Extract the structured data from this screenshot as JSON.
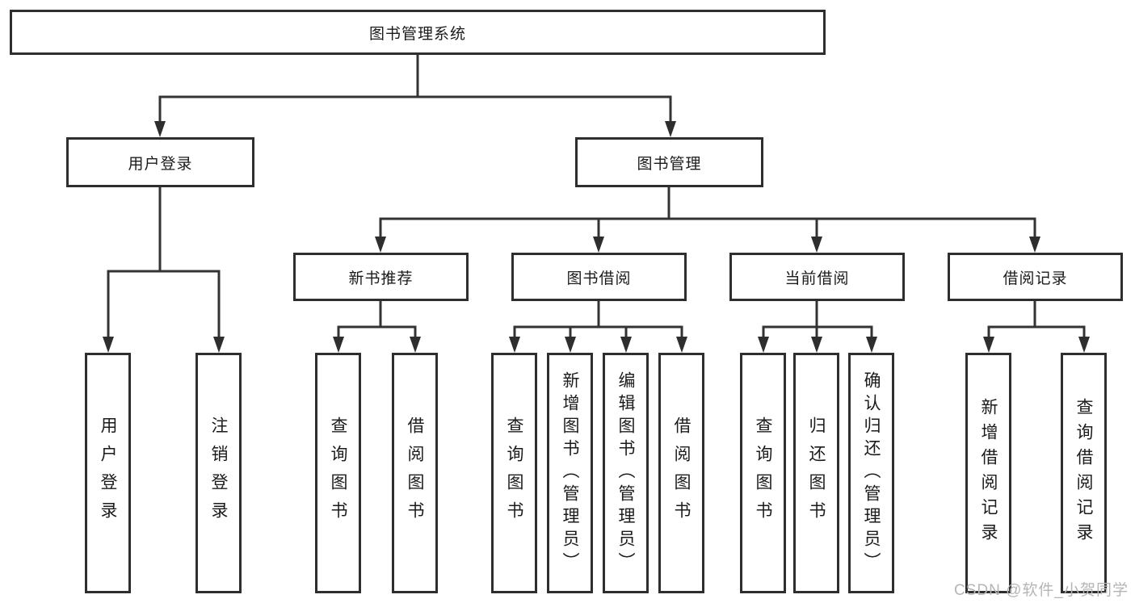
{
  "diagram": {
    "root": {
      "label": "图书管理系统"
    },
    "branches": [
      {
        "label": "用户登录",
        "children": [
          {
            "label": "用户登录"
          },
          {
            "label": "注销登录"
          }
        ]
      },
      {
        "label": "图书管理",
        "children": [
          {
            "label": "新书推荐",
            "children": [
              {
                "label": "查询图书"
              },
              {
                "label": "借阅图书"
              }
            ]
          },
          {
            "label": "图书借阅",
            "children": [
              {
                "label": "查询图书"
              },
              {
                "label": "新增图书（管理员）"
              },
              {
                "label": "编辑图书（管理员）"
              },
              {
                "label": "借阅图书"
              }
            ]
          },
          {
            "label": "当前借阅",
            "children": [
              {
                "label": "查询图书"
              },
              {
                "label": "归还图书"
              },
              {
                "label": "确认归还（管理员）"
              }
            ]
          },
          {
            "label": "借阅记录",
            "children": [
              {
                "label": "新增借阅记录"
              },
              {
                "label": "查询借阅记录"
              }
            ]
          }
        ]
      }
    ]
  },
  "watermark": "CSDN @软件_小贺同学",
  "colors": {
    "line": "#333333",
    "box_border": "#2e2e2e",
    "text": "#1b1b1b",
    "watermark": "#b5b5b5",
    "background": "#ffffff"
  }
}
